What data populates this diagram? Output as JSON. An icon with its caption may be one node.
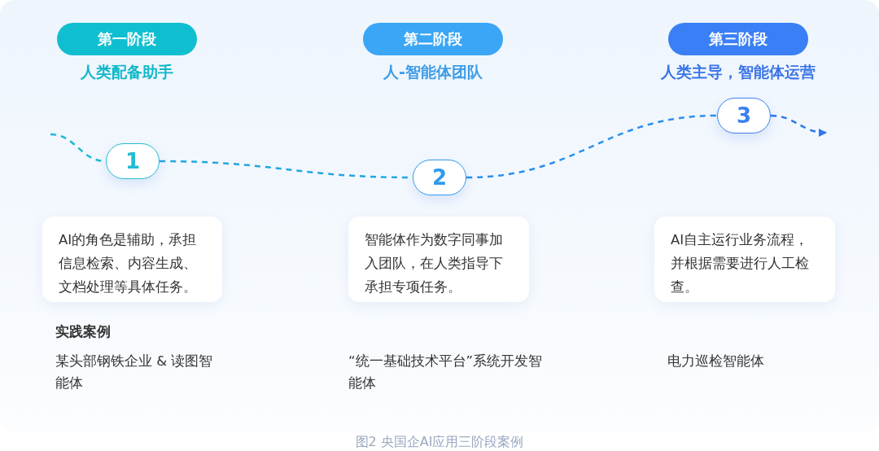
{
  "diagram": {
    "caption": "图2 央国企AI应用三阶段案例",
    "nodes": [
      {
        "text": [
          "第一阶段"
        ],
        "beside": [
          "人类配备助手"
        ]
      },
      {
        "text": [
          "第二阶段"
        ],
        "beside": [
          "人-智能体团队"
        ]
      },
      {
        "text": [
          "第三阶段"
        ],
        "beside": [
          "人类主导，智能体运营"
        ]
      },
      {
        "text": [
          "1"
        ]
      },
      {
        "text": [
          "2"
        ]
      },
      {
        "text": [
          "3"
        ]
      },
      {
        "text": [
          "AI的角色是辅助，承担信息检索、内容生成、文档处理等具体任务。"
        ]
      },
      {
        "text": [
          "智能体作为数字同事加入团队，在人类指导下承担专项任务。"
        ]
      },
      {
        "text": [
          "AI自主运行业务流程，并根据需要进行人工检查。"
        ]
      }
    ],
    "edges": [
      {
        "from": null,
        "to": 3,
        "arrow": "none",
        "style": "dashed",
        "color": "#1fb8d2"
      },
      {
        "from": 3,
        "to": 4,
        "arrow": "none",
        "style": "dashed",
        "color": "#22a6e2"
      },
      {
        "from": 4,
        "to": 5,
        "arrow": "none",
        "style": "dashed",
        "color": "#2a8ff0"
      },
      {
        "from": 5,
        "to": null,
        "arrow": "to",
        "style": "dashed",
        "color": "#2f78f0"
      }
    ],
    "labels": [
      "实践案例",
      "某头部钢铁企业 & 读图智能体",
      "“统一基础技术平台”系统开发智能体",
      "电力巡检智能体"
    ]
  }
}
